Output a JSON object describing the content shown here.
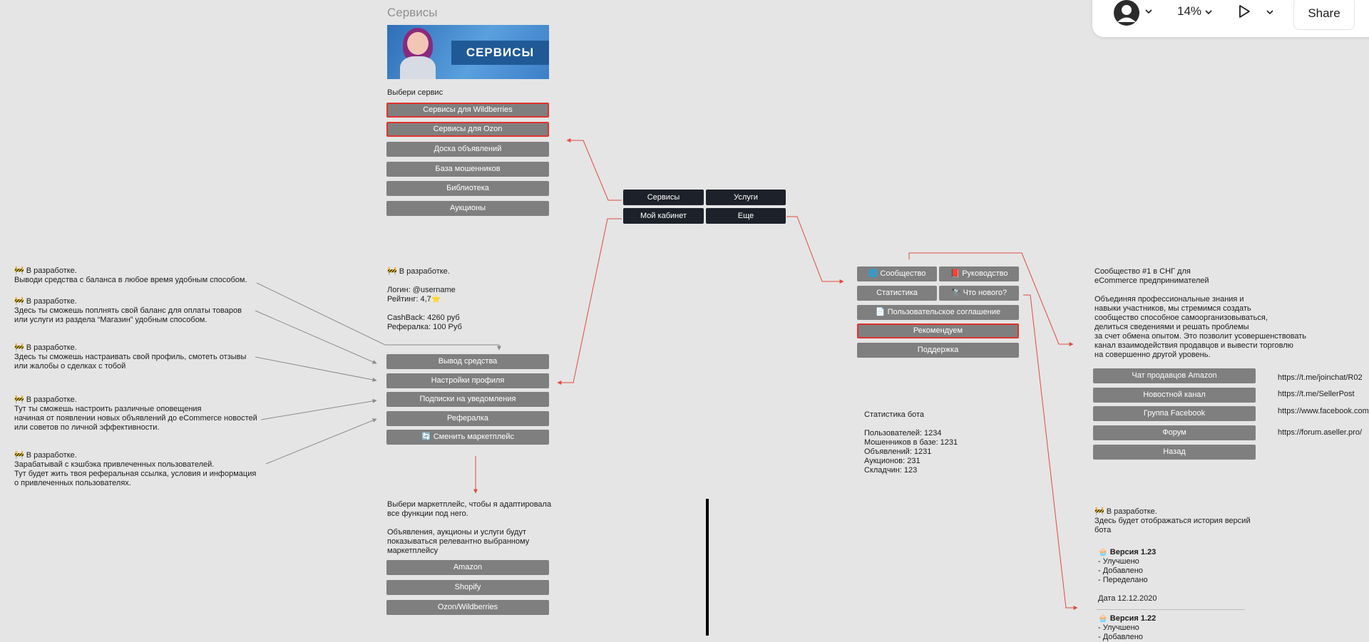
{
  "toolbar": {
    "zoom": "14%",
    "share_label": "Share"
  },
  "services": {
    "title": "Сервисы",
    "banner_text": "СЕРВИСЫ",
    "prompt": "Выбери сервис",
    "buttons": [
      "Сервисы для Wildberries",
      "Сервисы для Ozon",
      "Доска объявлений",
      "База мошенников",
      "Библиотека",
      "Аукционы"
    ]
  },
  "main_menu": [
    "Сервисы",
    "Услуги",
    "Мой кабинет",
    "Еще"
  ],
  "cabinet": {
    "info": "🚧 В разработке.\n\nЛогин: @username\nРейтинг: 4,7⭐\n\nCashBack: 4260 руб\nРефералка: 100 Руб",
    "buttons": [
      "Вывод средства",
      "Настройки профиля",
      "Подписки на уведомления",
      "Рефералка",
      "🔄 Сменить маркетплейс"
    ]
  },
  "annotations": [
    "🚧 В разработке.\nВыводи средства с баланса в любое время удобным способом.",
    "🚧 В разработке.\nЗдесь ты сможешь поплнять свой баланс для оплаты товаров\nили услуги из раздела “Магазин” удобным способом.",
    "🚧 В разработке.\nЗдесь ты сможешь настраивать свой профиль, смотеть отзывы\nили жалобы  о сделках с тобой",
    "🚧 В разработке.\nТут ты сможешь настроить различные оповещения\nначиная от появлении новых объявлений до eCommerce новостей\nили советов по личной эффективности.",
    "🚧 В разработке.\nЗарабатывай с кэшбэка привлеченных пользователей.\nТут будет жить твоя реферальная ссылка, условия и информация\nо привлеченных пользователях."
  ],
  "marketplace": {
    "text": "Выбери маркетплейс, чтобы я адаптировала\nвсе функции под него.\n\nОбъявления, аукционы и услуги будут\nпоказываться релевантно выбранному\nмаркетплейсу",
    "buttons": [
      "Amazon",
      "Shopify",
      "Ozon/Wildberries"
    ]
  },
  "more_menu": {
    "buttons": [
      "🌐 Сообщество",
      "📕 Руководство",
      "Статистика",
      "🔭 Что нового?",
      "📄 Пользовательское соглашение",
      "Рекомендуем",
      "Поддержка"
    ]
  },
  "stats": {
    "text": "Статистика бота\n\nПользователей: 1234\nМошенников в базе: 1231\nОбъявлений: 1231\nАукционов: 231\nСкладчин: 123"
  },
  "community": {
    "text": "Сообщество #1 в СНГ для\neCommerce предпринимателей\n\nОбъединяя профессиональные знания и\nнавыки участников, мы стремимся создать\nсообщество способное самоорганизовываться,\nделиться сведениями и решать проблемы\nза счет обмена опытом. Это позволит усовершенствовать\nканал взаимодействия продавцов и вывести торговлю\nна совершенно другой уровень.",
    "buttons": [
      "Чат продавцов Amazon",
      "Новостной канал",
      "Группа Facebook",
      "Форум",
      "Назад"
    ],
    "links": [
      "https://t.me/joinchat/R02",
      "https://t.me/SellerPost",
      "https://www.facebook.com",
      "https://forum.aseller.pro/"
    ]
  },
  "changelog": {
    "intro": "🚧 В разработке.\nЗдесь будет отображаться история версий\nбота",
    "v1_title": "🧁 Версия 1.23",
    "v1_items": "- Улучшено\n- Добавлено\n- Переделано",
    "v1_date": "Дата 12.12.2020",
    "v2_title": "🧁 Версия 1.22",
    "v2_items": "- Улучшено\n- Добавлено"
  },
  "colors": {
    "background": "#e5e5e5",
    "button": "#7f7f7f",
    "button_dark": "#1d2129",
    "highlight_border": "#e1332d",
    "connector": "#e04a3f"
  }
}
